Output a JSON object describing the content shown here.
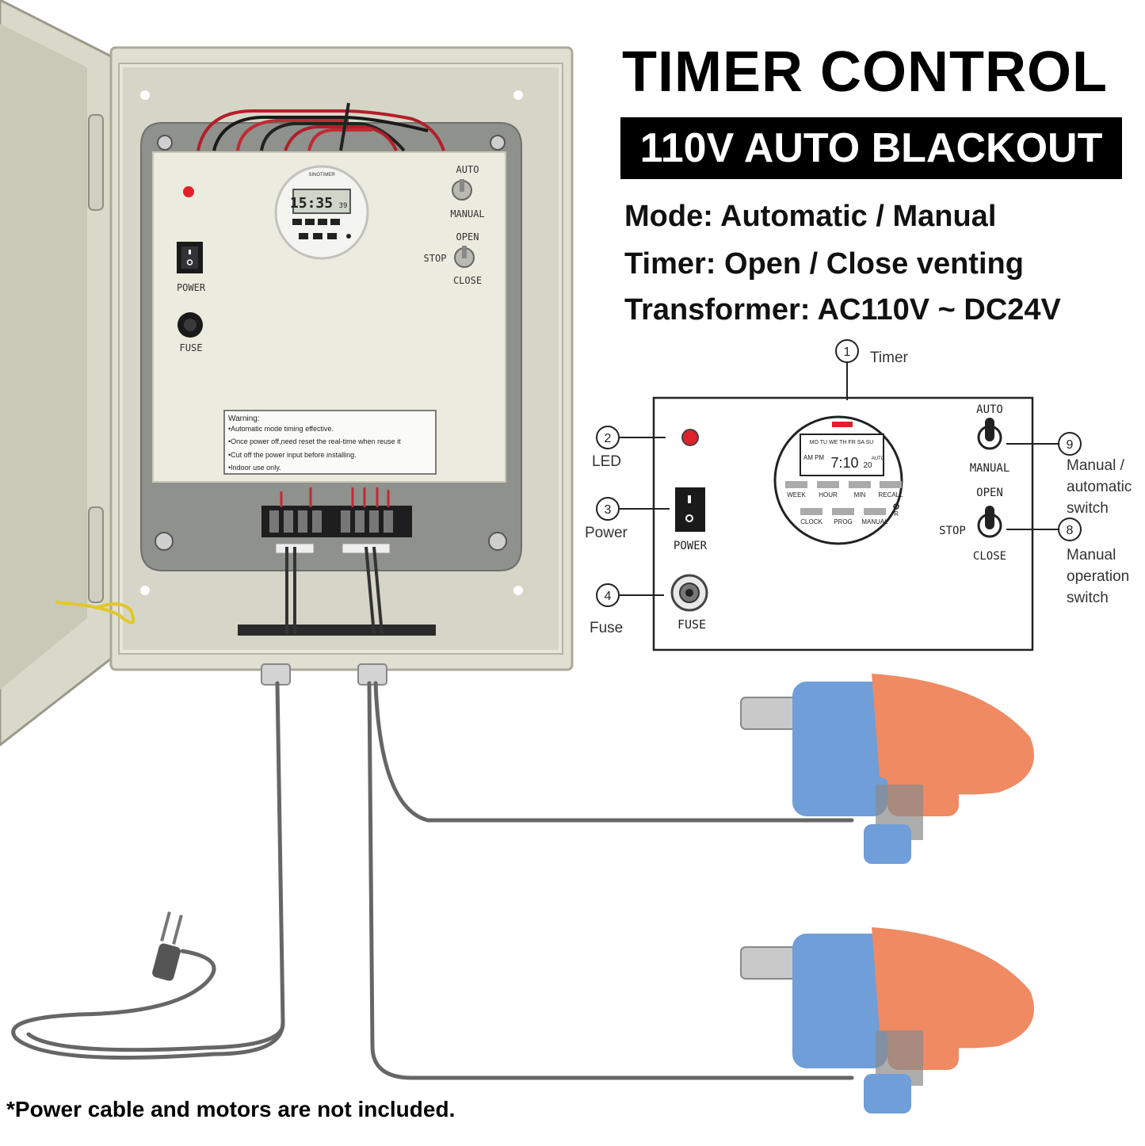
{
  "heading": {
    "title": "TIMER CONTROL",
    "banner": "110V AUTO BLACKOUT"
  },
  "specs": [
    "Mode: Automatic / Manual",
    "Timer: Open / Close venting",
    "Transformer: AC110V ~ DC24V"
  ],
  "photo_panel": {
    "timer_brand": "SINOTIMER",
    "timer_display": "15:35",
    "timer_seconds": "39",
    "labels": {
      "auto": "AUTO",
      "manual": "MANUAL",
      "open": "OPEN",
      "stop": "STOP",
      "close": "CLOSE",
      "power": "POWER",
      "fuse": "FUSE"
    },
    "warning": {
      "title": "Warning:",
      "lines": [
        "•Automatic mode timing effective.",
        "•Once power off,need reset the real-time when reuse it",
        "•Cut off the power input before installing.",
        "•Indoor use only."
      ]
    }
  },
  "diagram": {
    "callouts": [
      {
        "num": "1",
        "label": "Timer"
      },
      {
        "num": "2",
        "label": "LED"
      },
      {
        "num": "3",
        "label": "Power"
      },
      {
        "num": "4",
        "label": "Fuse"
      },
      {
        "num": "9",
        "label": "Manual / automatic switch",
        "lines": [
          "Manual /",
          "automatic",
          "switch"
        ]
      },
      {
        "num": "8",
        "label": "Manual operation switch",
        "lines": [
          "Manual",
          "operation",
          "switch"
        ]
      }
    ],
    "panel_labels": {
      "auto": "AUTO",
      "manual": "MANUAL",
      "open": "OPEN",
      "stop": "STOP",
      "close": "CLOSE",
      "power": "POWER",
      "fuse": "FUSE"
    },
    "timer": {
      "days": "MO TU WE TH FR SA SU",
      "ampm": "AM PM",
      "time": "7:10",
      "seconds": "20",
      "mode": "AUTO",
      "buttons_top": [
        "WEEK",
        "HOUR",
        "MIN",
        "RECALL"
      ],
      "buttons_bottom": [
        "CLOCK",
        "PROG",
        "MANUAL"
      ],
      "reset": "R"
    }
  },
  "footnote": "*Power cable and motors are not included.",
  "colors": {
    "enclosure": "#dfe0d2",
    "panel": "#ecebdf",
    "motor_blue": "#6f9ed8",
    "motor_orange": "#ef8a62",
    "cable": "#666666",
    "led": "#e0202a"
  }
}
